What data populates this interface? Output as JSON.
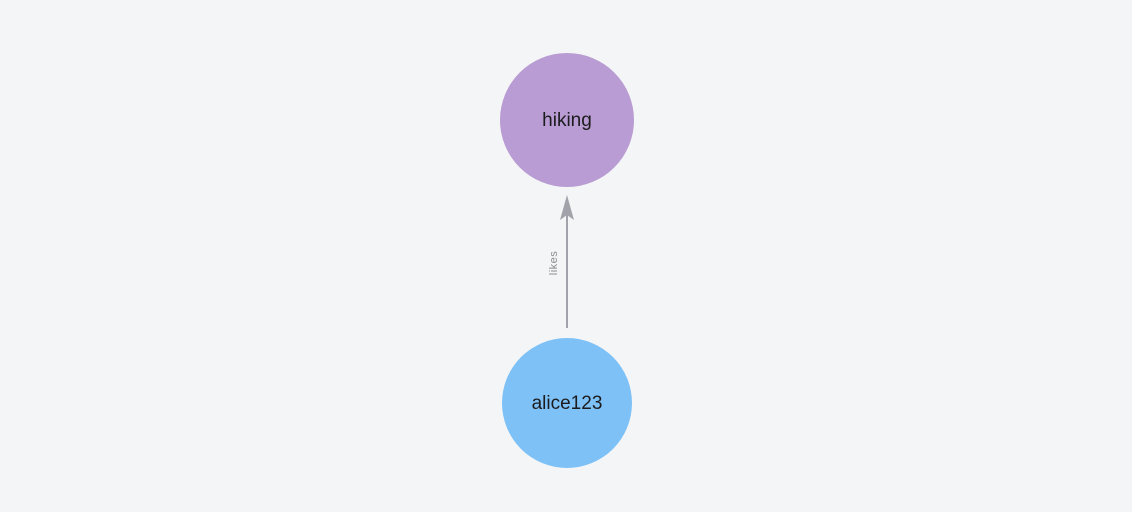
{
  "graph": {
    "nodes": [
      {
        "id": "hiking",
        "label": "hiking",
        "color": "#b89cd3"
      },
      {
        "id": "alice123",
        "label": "alice123",
        "color": "#7ec1f7"
      }
    ],
    "edges": [
      {
        "from": "alice123",
        "to": "hiking",
        "label": "likes",
        "direction": "up"
      }
    ],
    "colors": {
      "background": "#f4f5f6",
      "edge": "#a2a2aa",
      "edge_label": "#8b8b91",
      "node_label": "#1c1c1e"
    }
  }
}
